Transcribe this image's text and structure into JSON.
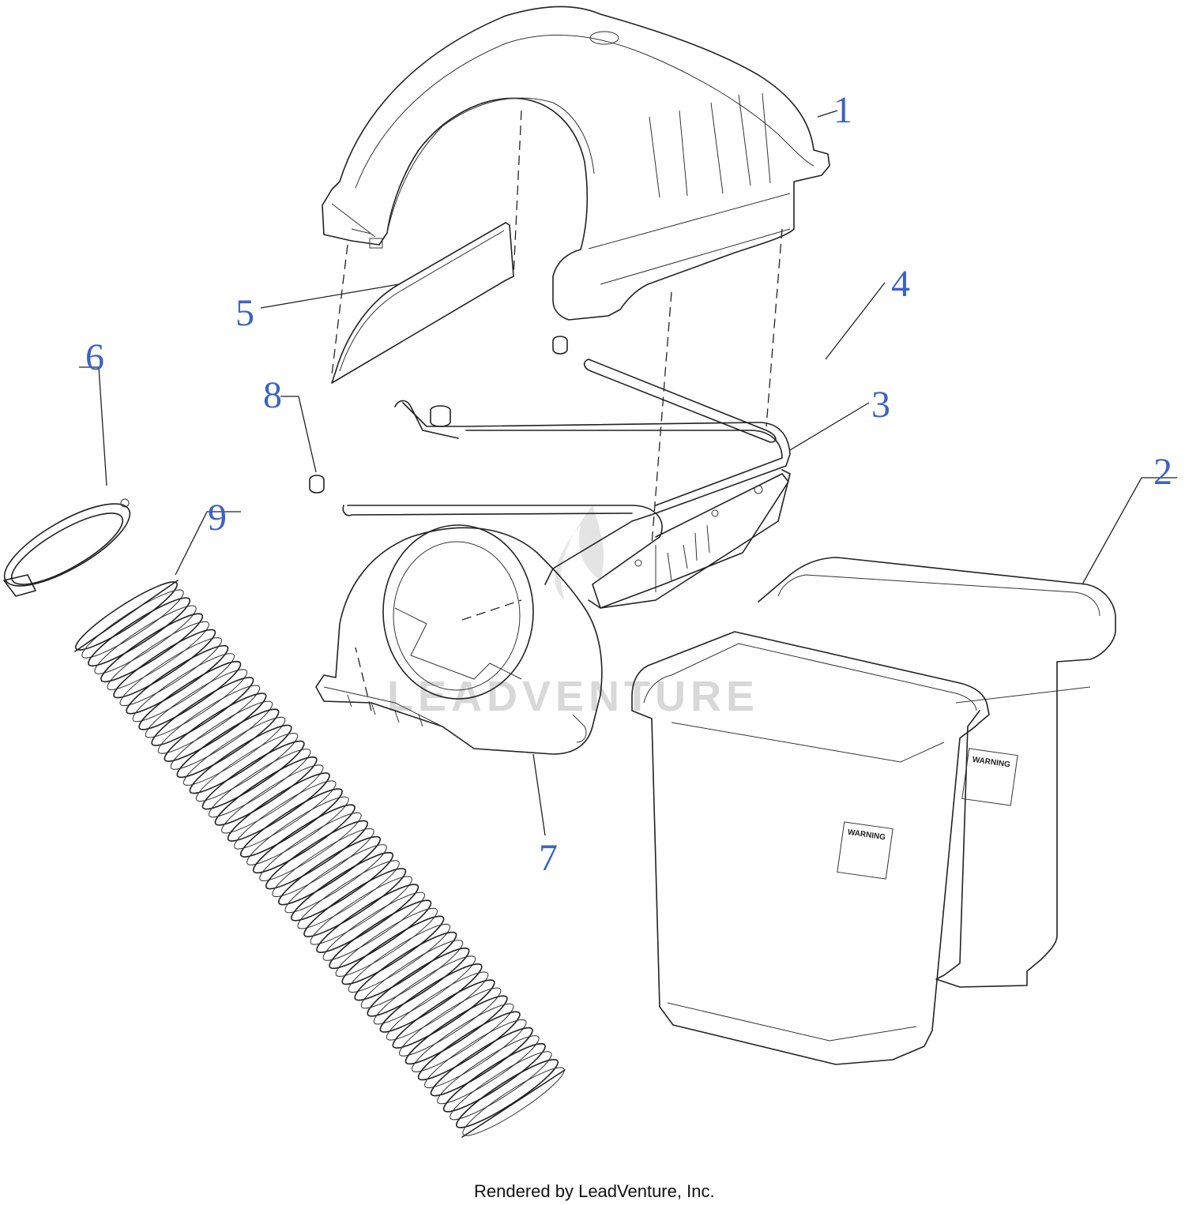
{
  "watermark": "LEADVENTURE",
  "footer": "Rendered by LeadVenture, Inc.",
  "warning_label": "WARNING",
  "callouts": [
    "1",
    "2",
    "3",
    "4",
    "5",
    "6",
    "7",
    "8",
    "9"
  ]
}
